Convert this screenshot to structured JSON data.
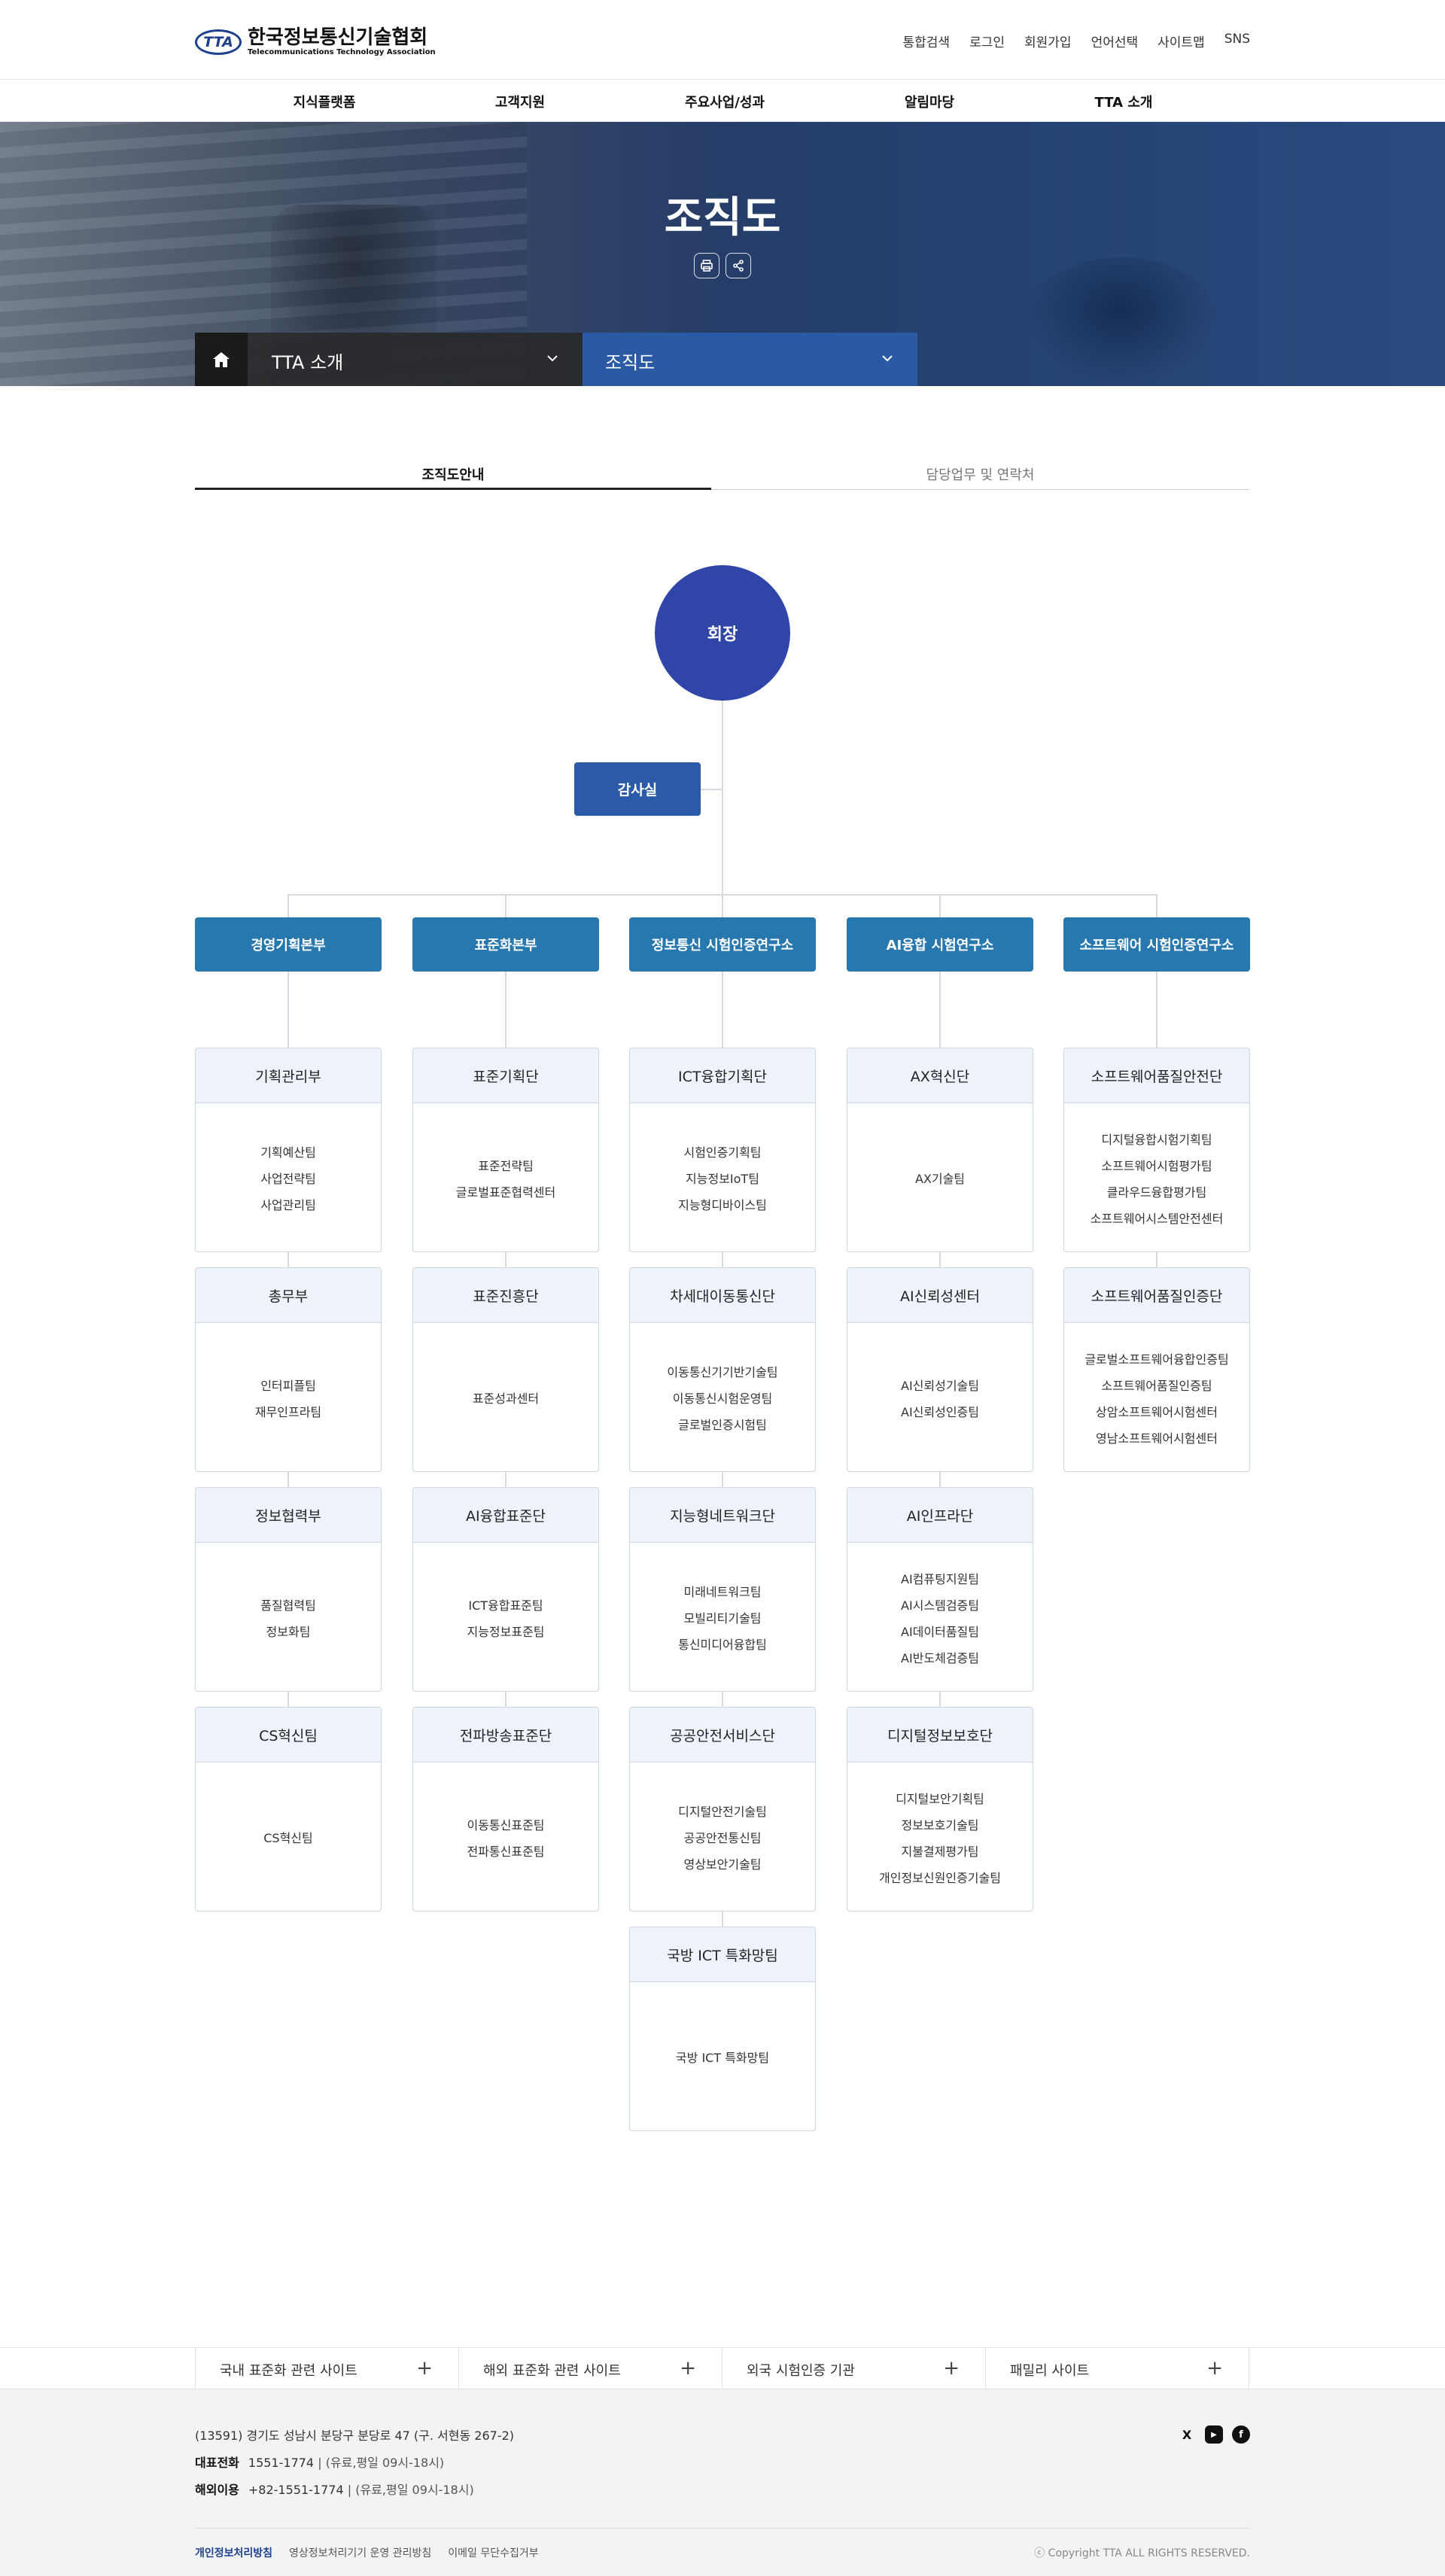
{
  "header": {
    "logo_mark": "TTA",
    "logo_ko": "한국정보통신기술협회",
    "logo_en": "Telecommunications Technology Association",
    "util": [
      "통합검색",
      "로그인",
      "회원가입",
      "언어선택",
      "사이트맵",
      "SNS"
    ],
    "gnb": [
      "지식플랫폼",
      "고객지원",
      "주요사업/성과",
      "알림마당",
      "TTA 소개"
    ]
  },
  "hero": {
    "title": "조직도",
    "depth1": "TTA 소개",
    "depth2": "조직도",
    "print_icon": "print-icon",
    "share_icon": "share-icon",
    "home_icon": "home-icon"
  },
  "tabs": [
    "조직도안내",
    "담당업무 및 연락처"
  ],
  "org": {
    "ceo": "회장",
    "audit": "감사실",
    "divisions": [
      {
        "name": "경영기획본부",
        "units": [
          {
            "name": "기획관리부",
            "teams": [
              "기획예산팀",
              "사업전략팀",
              "사업관리팀"
            ]
          },
          {
            "name": "총무부",
            "teams": [
              "인터피플팀",
              "재무인프라팀"
            ]
          },
          {
            "name": "정보협력부",
            "teams": [
              "품질협력팀",
              "정보화팀"
            ]
          },
          {
            "name": "CS혁신팀",
            "teams": [
              "CS혁신팀"
            ]
          }
        ]
      },
      {
        "name": "표준화본부",
        "units": [
          {
            "name": "표준기획단",
            "teams": [
              "표준전략팀",
              "글로벌표준협력센터"
            ]
          },
          {
            "name": "표준진흥단",
            "teams": [
              "표준성과센터"
            ]
          },
          {
            "name": "AI융합표준단",
            "teams": [
              "ICT융합표준팀",
              "지능정보표준팀"
            ]
          },
          {
            "name": "전파방송표준단",
            "teams": [
              "이동통신표준팀",
              "전파통신표준팀"
            ]
          }
        ]
      },
      {
        "name": "정보통신 시험인증연구소",
        "units": [
          {
            "name": "ICT융합기획단",
            "teams": [
              "시험인증기획팀",
              "지능정보IoT팀",
              "지능형디바이스팀"
            ]
          },
          {
            "name": "차세대이동통신단",
            "teams": [
              "이동통신기기반기술팀",
              "이동통신시험운영팀",
              "글로벌인증시험팀"
            ]
          },
          {
            "name": "지능형네트워크단",
            "teams": [
              "미래네트워크팀",
              "모빌리티기술팀",
              "통신미디어융합팀"
            ]
          },
          {
            "name": "공공안전서비스단",
            "teams": [
              "디지털안전기술팀",
              "공공안전통신팀",
              "영상보안기술팀"
            ]
          },
          {
            "name": "국방 ICT 특화망팀",
            "teams": [
              "국방 ICT 특화망팀"
            ]
          }
        ]
      },
      {
        "name": "AI융합 시험연구소",
        "units": [
          {
            "name": "AX혁신단",
            "teams": [
              "AX기술팀"
            ]
          },
          {
            "name": "AI신뢰성센터",
            "teams": [
              "AI신뢰성기술팀",
              "AI신뢰성인증팀"
            ]
          },
          {
            "name": "AI인프라단",
            "teams": [
              "AI컴퓨팅지원팀",
              "AI시스템검증팀",
              "AI데이터품질팀",
              "AI반도체검증팀"
            ]
          },
          {
            "name": "디지털정보보호단",
            "teams": [
              "디지털보안기획팀",
              "정보보호기술팀",
              "지불결제평가팀",
              "개인정보신원인증기술팀"
            ]
          }
        ]
      },
      {
        "name": "소프트웨어 시험인증연구소",
        "units": [
          {
            "name": "소프트웨어품질안전단",
            "teams": [
              "디지털융합시험기획팀",
              "소프트웨어시험평가팀",
              "클라우드융합평가팀",
              "소프트웨어시스템안전센터"
            ]
          },
          {
            "name": "소프트웨어품질인증단",
            "teams": [
              "글로벌소프트웨어융합인증팀",
              "소프트웨어품질인증팀",
              "상암소프트웨어시험센터",
              "영남소프트웨어시험센터"
            ]
          }
        ]
      }
    ]
  },
  "family_sites": [
    "국내 표준화 관련 사이트",
    "해외 표준화 관련 사이트",
    "외국 시험인증 기관",
    "패밀리 사이트"
  ],
  "footer": {
    "address": "(13591) 경기도 성남시 분당구 분당로 47 (구. 서현동 267-2)",
    "phone_label": "대표전화",
    "phone": "1551-1774",
    "phone_note": "(유료,평일 09시-18시)",
    "intl_label": "해외이용",
    "intl": "+82-1551-1774",
    "intl_note": "(유료,평일 09시-18시)",
    "links": [
      "개인정보처리방침",
      "영상정보처리기기 운영 관리방침",
      "이메일 무단수집거부"
    ],
    "copyright": "ⓒ Copyright TTA ALL RIGHTS RESERVED.",
    "social": [
      "X",
      "▶",
      "f"
    ]
  }
}
